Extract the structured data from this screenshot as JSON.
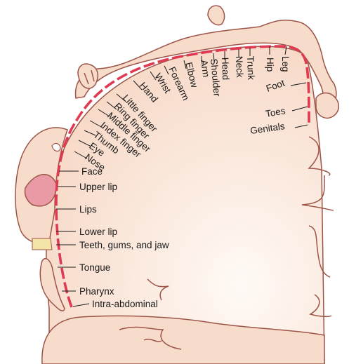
{
  "colors": {
    "cortex_fill": "#f8dccb",
    "outline": "#9c5548",
    "band": "#e03a52",
    "text": "#1a1a1a",
    "lips": "#e99aa4",
    "teeth": "#f4e4a8"
  },
  "labels": {
    "left": [
      {
        "id": "face",
        "text": "Face"
      },
      {
        "id": "upper_lip",
        "text": "Upper lip"
      },
      {
        "id": "lips",
        "text": "Lips"
      },
      {
        "id": "lower_lip",
        "text": "Lower lip"
      },
      {
        "id": "teeth_gums_jaw",
        "text": "Teeth, gums, and jaw"
      },
      {
        "id": "tongue",
        "text": "Tongue"
      },
      {
        "id": "pharynx",
        "text": "Pharynx"
      },
      {
        "id": "intra_abdominal",
        "text": "Intra-abdominal"
      }
    ],
    "top": [
      {
        "id": "nose",
        "text": "Nose"
      },
      {
        "id": "eye",
        "text": "Eye"
      },
      {
        "id": "thumb",
        "text": "Thumb"
      },
      {
        "id": "index_finger",
        "text": "Index finger"
      },
      {
        "id": "middle_finger",
        "text": "Middle finger"
      },
      {
        "id": "ring_finger",
        "text": "Ring finger"
      },
      {
        "id": "little_finger",
        "text": "Little finger"
      },
      {
        "id": "hand",
        "text": "Hand"
      },
      {
        "id": "wrist",
        "text": "Wrist"
      },
      {
        "id": "forearm",
        "text": "Forearm"
      },
      {
        "id": "elbow",
        "text": "Elbow"
      },
      {
        "id": "arm",
        "text": "Arm"
      },
      {
        "id": "shoulder",
        "text": "Shoulder"
      },
      {
        "id": "head",
        "text": "Head"
      },
      {
        "id": "neck",
        "text": "Neck"
      },
      {
        "id": "trunk",
        "text": "Trunk"
      },
      {
        "id": "hip",
        "text": "Hip"
      },
      {
        "id": "leg",
        "text": "Leg"
      }
    ],
    "right": [
      {
        "id": "foot",
        "text": "Foot"
      },
      {
        "id": "toes",
        "text": "Toes"
      },
      {
        "id": "genitals",
        "text": "Genitals"
      }
    ]
  }
}
